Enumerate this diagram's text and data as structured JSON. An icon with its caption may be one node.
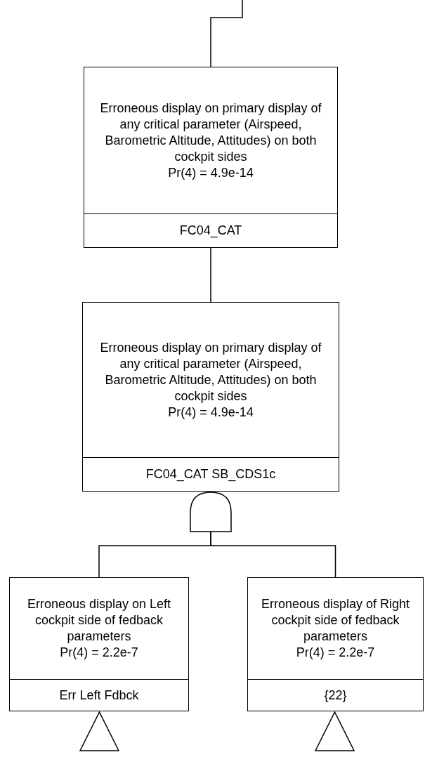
{
  "diagram": {
    "nodes": [
      {
        "text": [
          "Erroneous display on primary display of any critical parameter (Airspeed, Barometric Altitude, Attitudes) on both cockpit sides",
          "Pr(4) = 4.9e-14",
          "FC04_CAT"
        ]
      },
      {
        "text": [
          "Erroneous display on primary display of any critical parameter (Airspeed, Barometric Altitude, Attitudes) on both cockpit sides",
          "Pr(4) = 4.9e-14",
          "FC04_CAT SB_CDS1c"
        ]
      },
      {
        "text": [],
        "shape": "gate"
      },
      {
        "text": [
          "Erroneous display on Left cockpit side of fedback parameters",
          "Pr(4) = 2.2e-7",
          "Err Left Fdbck"
        ]
      },
      {
        "text": [
          "Erroneous display of Right cockpit side of fedback parameters",
          "Pr(4) = 2.2e-7",
          "{22}"
        ]
      },
      {
        "text": [],
        "shape": "triangle"
      },
      {
        "text": [],
        "shape": "triangle"
      }
    ],
    "edges": [
      {
        "from": null,
        "to": 0,
        "arrow": "none"
      },
      {
        "from": 0,
        "to": 1,
        "arrow": "none"
      },
      {
        "from": 2,
        "to": 3,
        "arrow": "none"
      },
      {
        "from": 2,
        "to": 4,
        "arrow": "none"
      }
    ]
  }
}
